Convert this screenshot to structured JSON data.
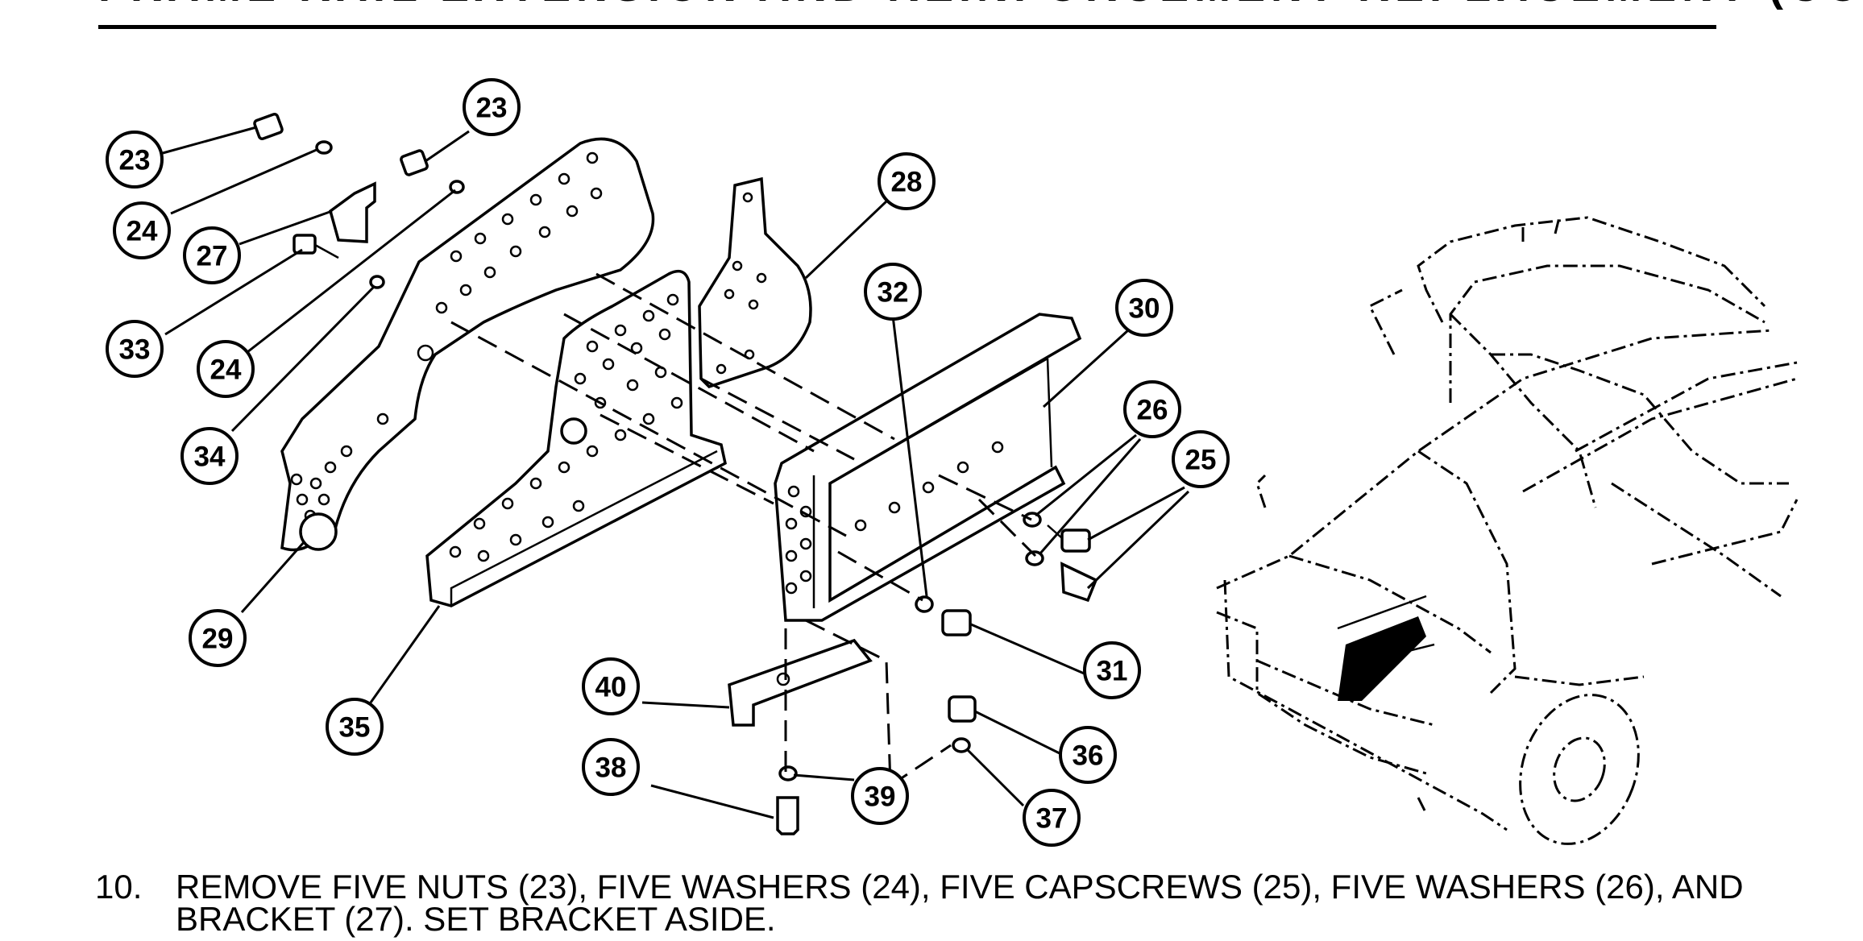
{
  "header": {
    "title": "FRAME RAIL EXTENSION AND REINFORCEMENT REPLACEMENT (CONT)"
  },
  "callouts": [
    {
      "label": "23"
    },
    {
      "label": "23"
    },
    {
      "label": "24"
    },
    {
      "label": "27"
    },
    {
      "label": "33"
    },
    {
      "label": "24"
    },
    {
      "label": "34"
    },
    {
      "label": "29"
    },
    {
      "label": "35"
    },
    {
      "label": "28"
    },
    {
      "label": "32"
    },
    {
      "label": "30"
    },
    {
      "label": "26"
    },
    {
      "label": "25"
    },
    {
      "label": "31"
    },
    {
      "label": "40"
    },
    {
      "label": "36"
    },
    {
      "label": "38"
    },
    {
      "label": "39"
    },
    {
      "label": "37"
    }
  ],
  "step": {
    "number": "10.",
    "text": "REMOVE FIVE NUTS (23), FIVE WASHERS (24), FIVE CAPSCREWS (25), FIVE WASHERS (26), AND BRACKET (27). SET BRACKET ASIDE."
  }
}
